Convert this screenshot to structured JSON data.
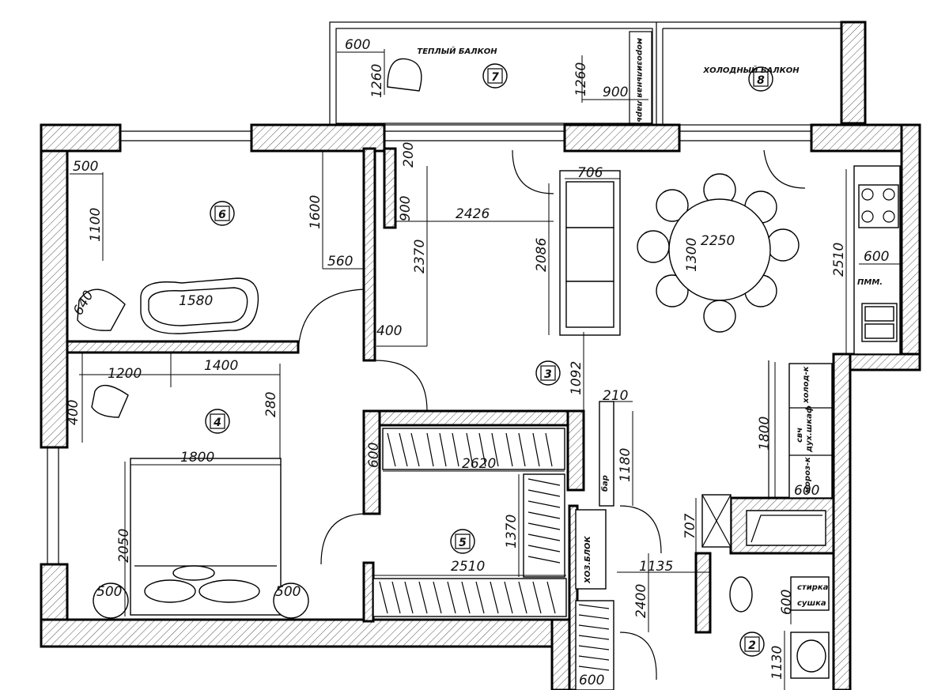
{
  "rooms": [
    {
      "id": "2"
    },
    {
      "id": "3"
    },
    {
      "id": "4"
    },
    {
      "id": "5"
    },
    {
      "id": "6"
    },
    {
      "id": "7"
    },
    {
      "id": "8"
    }
  ],
  "labels": {
    "warm_balcony": "ТЕПЛЫЙ БАЛКОН",
    "cold_balcony": "ХОЛОДНЫЙ БАЛКОН",
    "freezer": "морозильная ларь",
    "dishwasher": "ПММ.",
    "fridge": "холод-к",
    "microwave": "свч",
    "oven": "дух.шкаф",
    "freezer2": "мороз-к",
    "bar": "бар",
    "utility_block": "ХОЗ.БЛОК",
    "washing": "стирка",
    "drying": "сушка"
  },
  "dims": {
    "d600_balcony": "600",
    "d1260_a": "1260",
    "d1260_b": "1260",
    "d900_freezer": "900",
    "d500_r6": "500",
    "d1100": "1100",
    "d1600": "1600",
    "d560": "560",
    "d640": "640",
    "d1580": "1580",
    "d200": "200",
    "d900_hall": "900",
    "d2426": "2426",
    "d2370": "2370",
    "d400_hall": "400",
    "d706": "706",
    "d2086": "2086",
    "d1300": "1300",
    "d2250": "2250",
    "d2510_kitchen": "2510",
    "d600_kitchen": "600",
    "d1200": "1200",
    "d1400": "1400",
    "d400_r4": "400",
    "d280": "280",
    "d1800_bed": "1800",
    "d2050": "2050",
    "d500_left": "500",
    "d500_right": "500",
    "d1092": "1092",
    "d210": "210",
    "d1180": "1180",
    "d600_closet": "600",
    "d2620": "2620",
    "d1370": "1370",
    "d2510_closet": "2510",
    "d1800_kitchen": "1800",
    "d600_col": "600",
    "d707": "707",
    "d1135": "1135",
    "d2400": "2400",
    "d600_bath": "600",
    "d1130": "1130",
    "d600_bottom": "600"
  }
}
